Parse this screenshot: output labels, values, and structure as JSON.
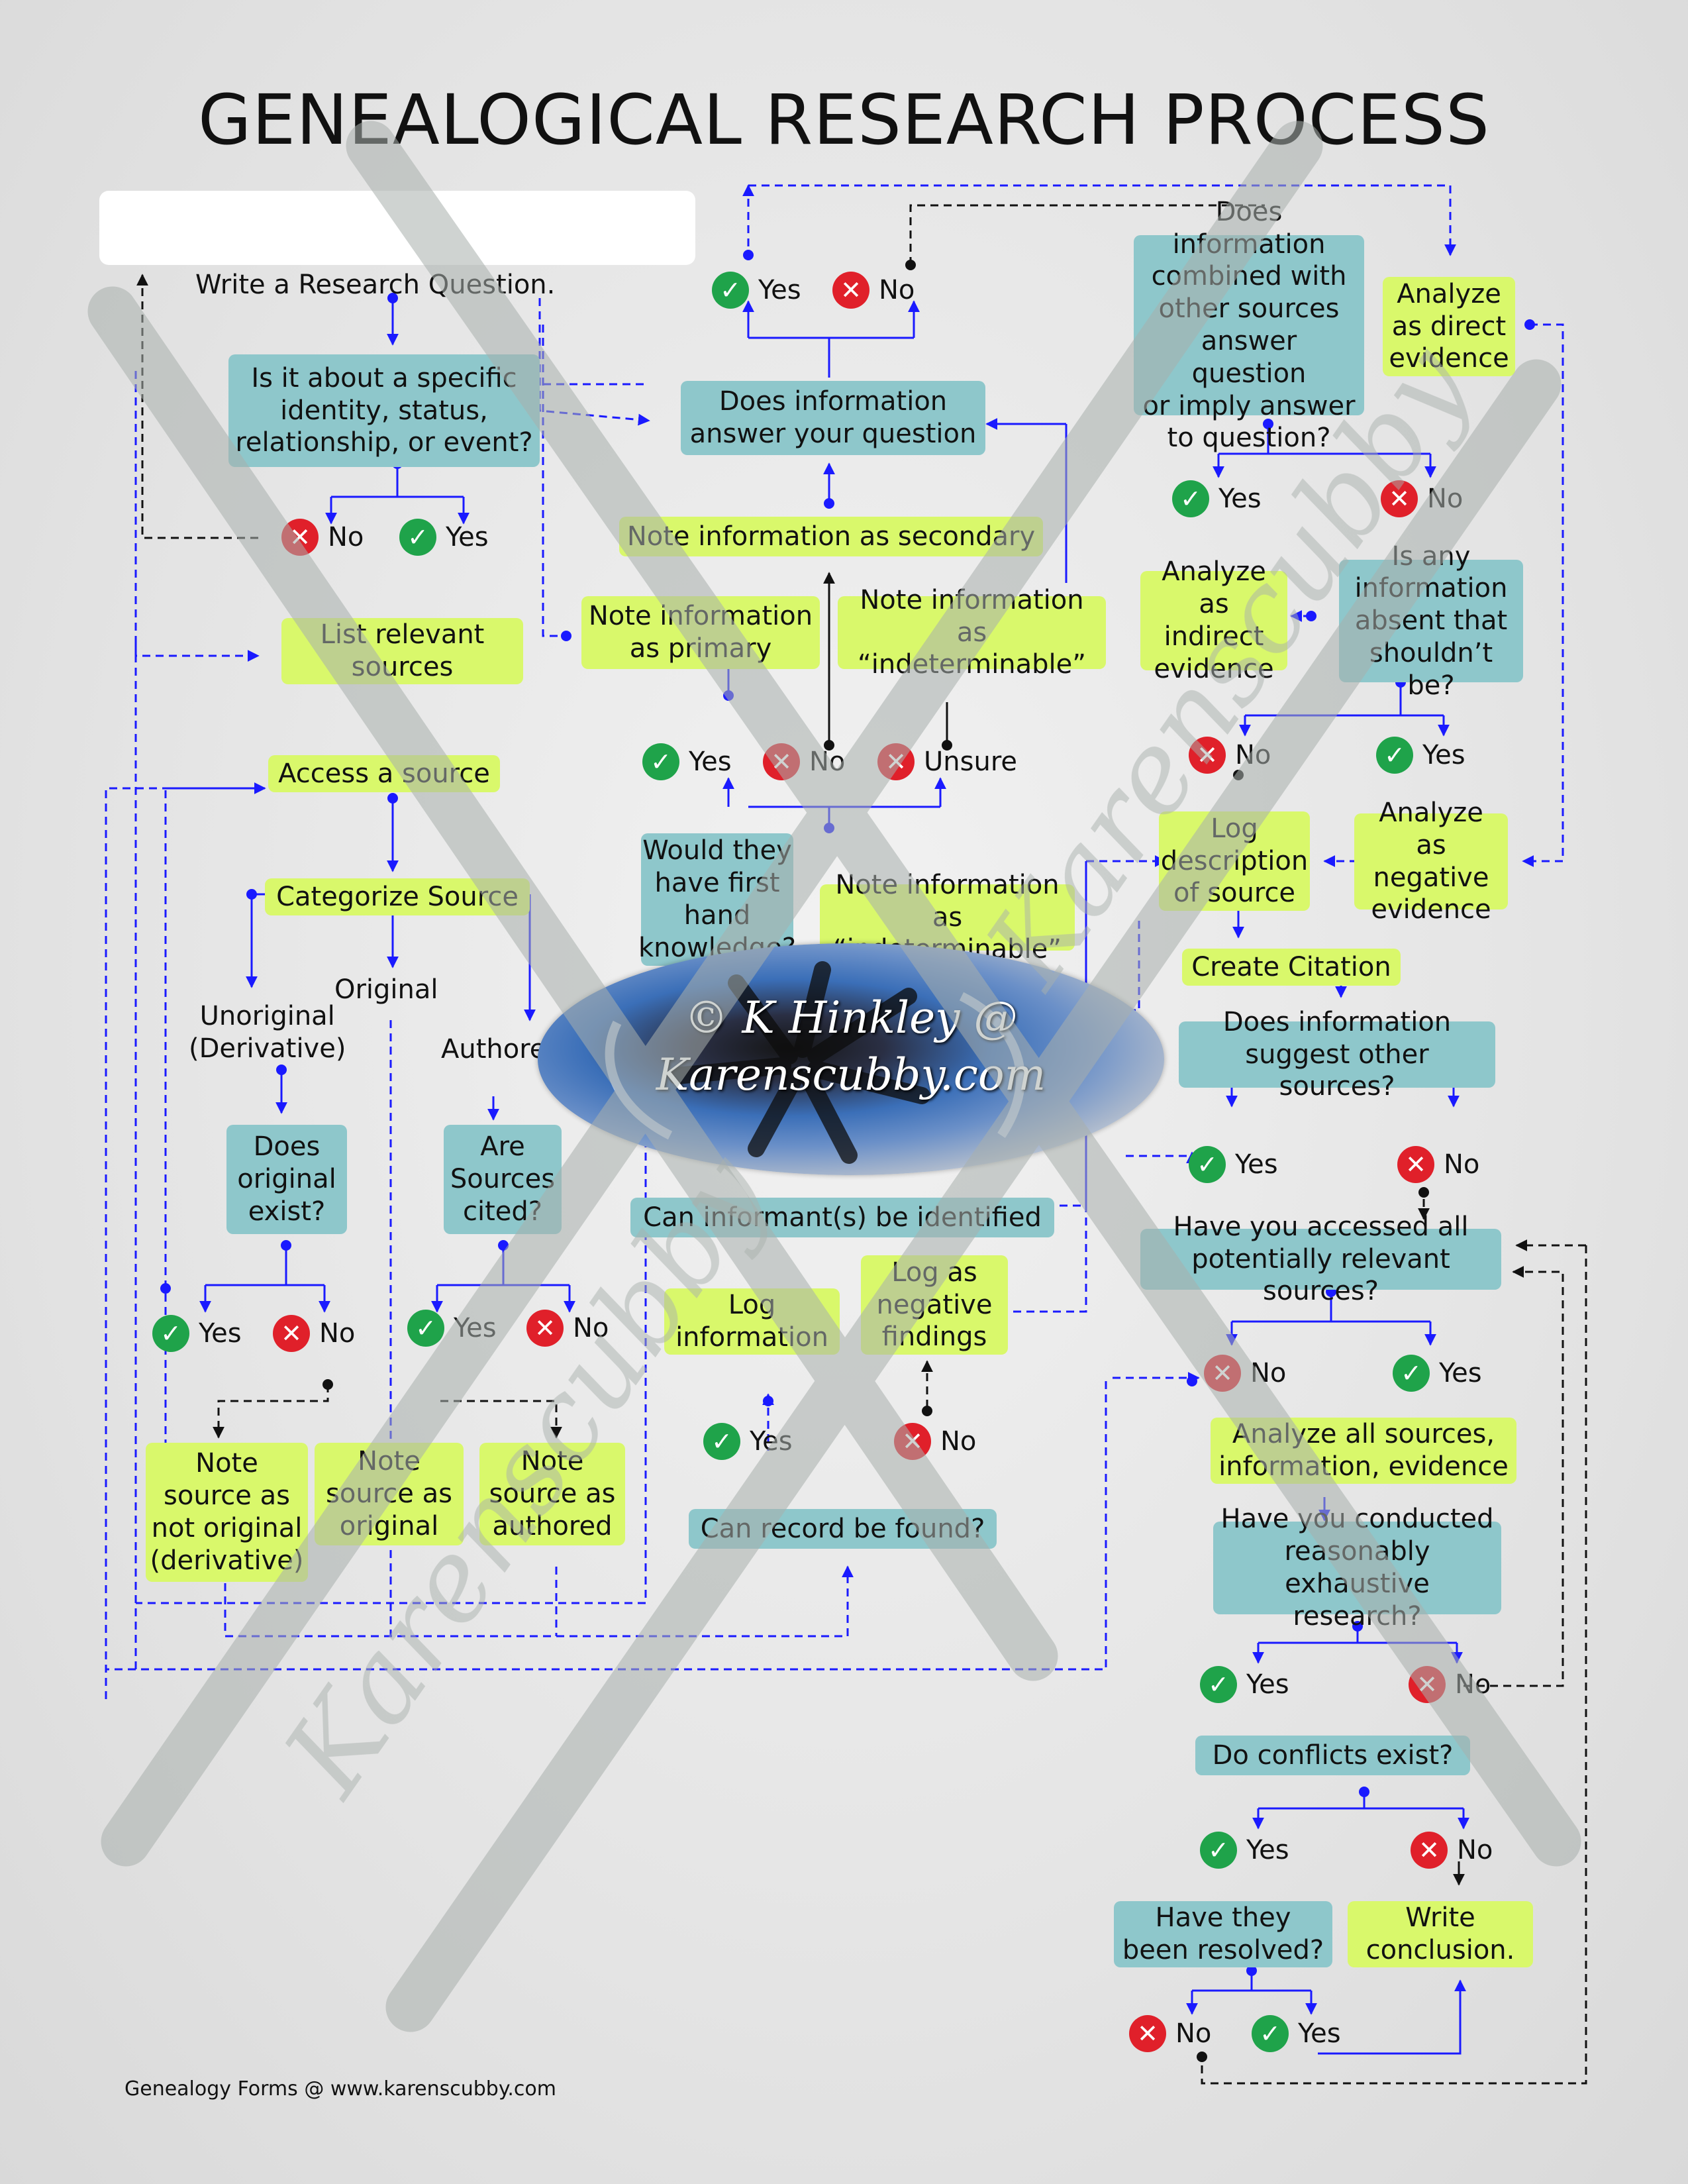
{
  "title": "GENEALOGICAL RESEARCH PROCESS",
  "footer": "Genealogy Forms @ www.karenscubby.com",
  "logo_text": "© K Hinkley @\nKarenscubby.com",
  "watermark_text": "Karenscubby",
  "answers": {
    "yes": "Yes",
    "no": "No",
    "unsure": "Unsure"
  },
  "icons": {
    "yes": "check-icon",
    "no": "x-icon"
  },
  "colors": {
    "green_box": "#d9f86b",
    "teal_box": "#8ec7cb",
    "connector": "#1a1aff",
    "yes_icon": "#1fa34a",
    "no_icon": "#e0202a"
  },
  "steps": {
    "write_question": "Write a Research Question.",
    "specific": "Is it about a specific\nidentity, status,\nrelationship,  or event?",
    "list_sources": "List relevant\nsources",
    "access_source": "Access a source",
    "categorize": "Categorize Source",
    "unoriginal": "Unoriginal\n(Derivative)",
    "original": "Original",
    "authored": "Authored",
    "original_exist": "Does\noriginal\nexist?",
    "sources_cited": "Are\nSources\ncited?",
    "note_derivative": "Note\nsource as\nnot original\n(derivative)",
    "note_original": "Note\nsource as\noriginal",
    "note_authored": "Note\nsource as\nauthored",
    "answer_question": "Does information\nanswer your question",
    "note_secondary": "Note information as secondary",
    "note_primary": "Note information\nas primary",
    "note_indeterminable": "Note information\nas “indeterminable”",
    "firsthand": "Would they\nhave first\nhand\nknowledge?",
    "note_indeterminable_2": "Note information\nas “indeterminable”",
    "informant": "Can informant(s) be identified",
    "log_information": "Log\ninformation",
    "log_negative": "Log as\nnegative\nfindings",
    "record_found": "Can record be found?",
    "combined": "Does information\ncombined with\nother sources\nanswer question\nor imply answer\nto question?",
    "direct_evidence": "Analyze\nas direct\nevidence",
    "indirect_evidence": "Analyze\nas indirect\nevidence",
    "absent_info": "Is any\ninformation\nabsent that\nshouldn’t be?",
    "negative_evidence": "Analyze\nas negative\nevidence",
    "log_description": "Log\ndescription\nof source",
    "create_citation": "Create Citation",
    "other_sources": "Does information\nsuggest other sources?",
    "accessed_all": "Have you accessed all\npotentially relevant sources?",
    "analyze_all": "Analyze all sources,\ninformation, evidence",
    "exhaustive": "Have you conducted\nreasonably exhaustive\nresearch?",
    "conflicts": "Do conflicts exist?",
    "resolved": "Have they\nbeen resolved?",
    "conclusion": "Write\nconclusion."
  }
}
